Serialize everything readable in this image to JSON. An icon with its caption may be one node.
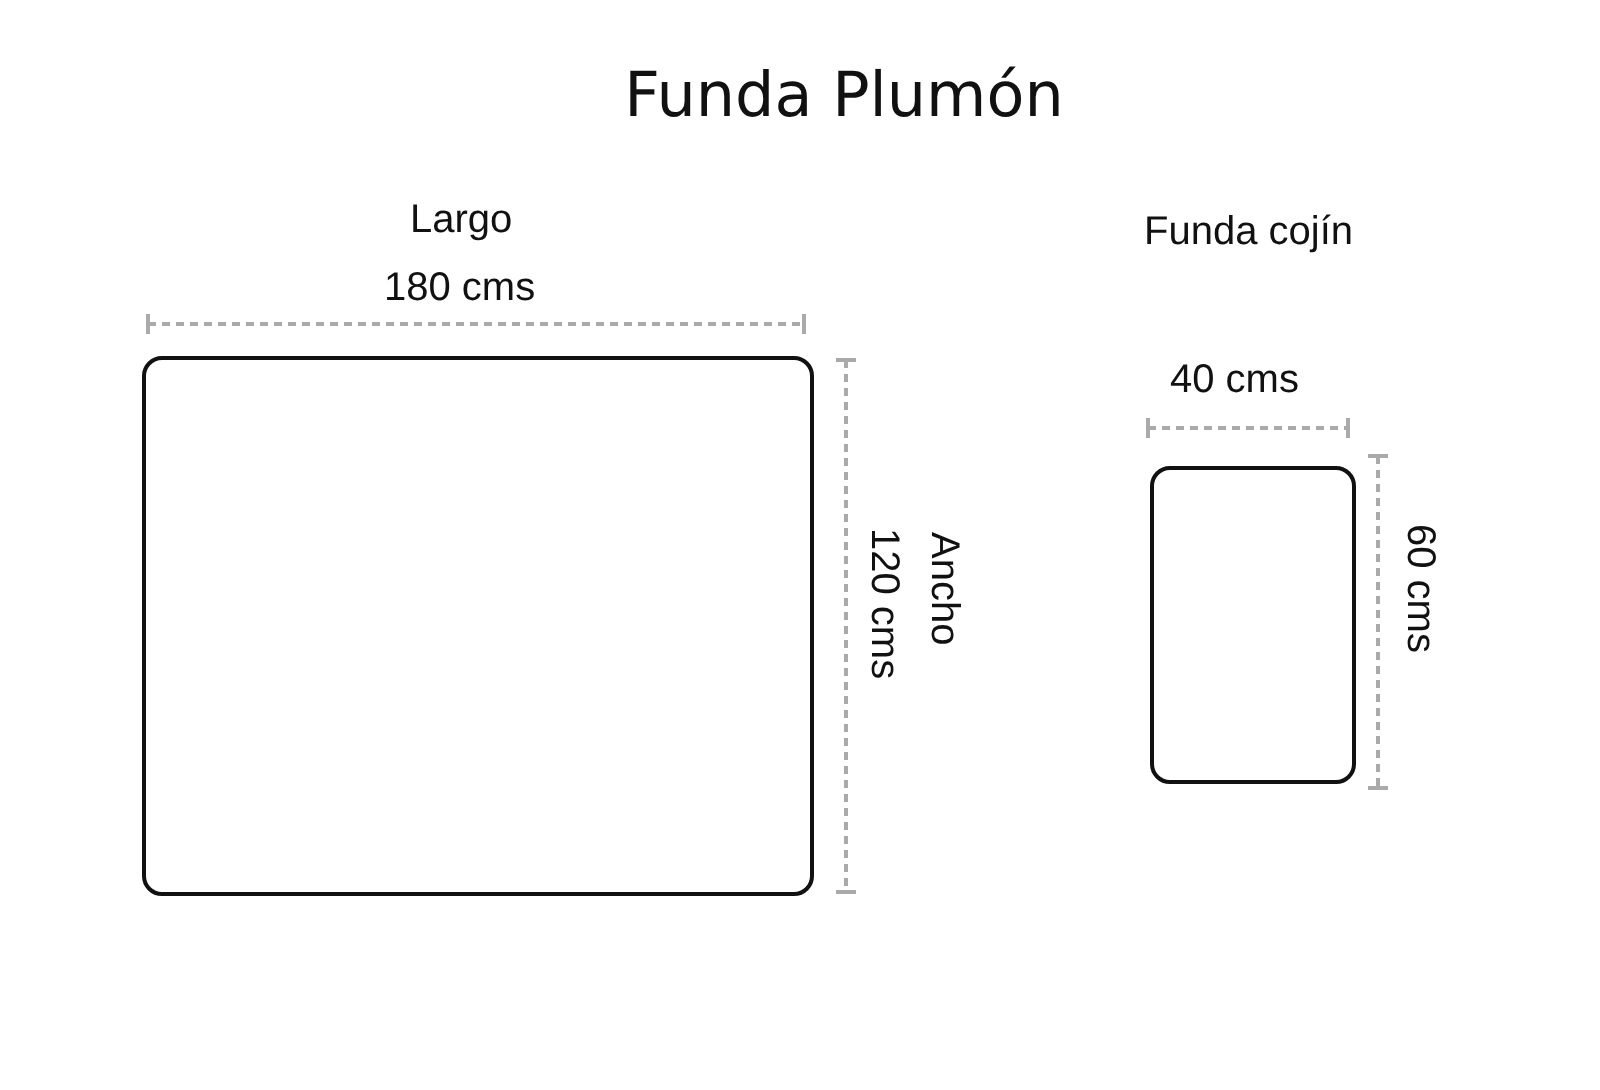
{
  "diagram": {
    "title": "Funda Plumón",
    "nodes": [
      {
        "text": [],
        "shape": "box"
      },
      {
        "text": [],
        "shape": "box"
      }
    ],
    "labels": [
      "Largo",
      "180 cms",
      "Ancho",
      "120 cms",
      "Funda cojín",
      "40 cms",
      "60 cms"
    ]
  }
}
